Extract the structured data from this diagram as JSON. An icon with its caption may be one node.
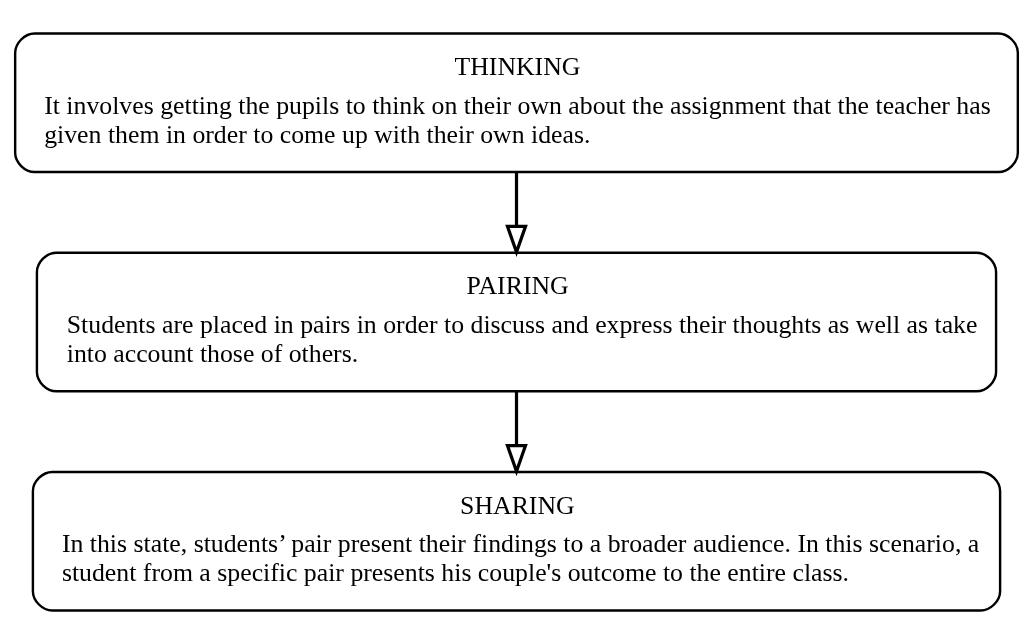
{
  "diagram": {
    "nodes": [
      {
        "text": [
          "THINKING",
          "It involves getting the pupils to think on their own about the assignment that the teacher has given them in order to come up with their own ideas."
        ]
      },
      {
        "text": [
          "PAIRING",
          "Students are placed in pairs in order to discuss and express their thoughts as well as take into account those of others."
        ]
      },
      {
        "text": [
          "SHARING",
          "In this state, students’ pair present their findings to a broader audience. In this scenario, a student from a specific pair presents his couple's outcome to the entire class."
        ]
      }
    ],
    "edges": [
      {
        "from": 0,
        "to": 1,
        "arrow": "to"
      },
      {
        "from": 1,
        "to": 2,
        "arrow": "to"
      }
    ]
  }
}
